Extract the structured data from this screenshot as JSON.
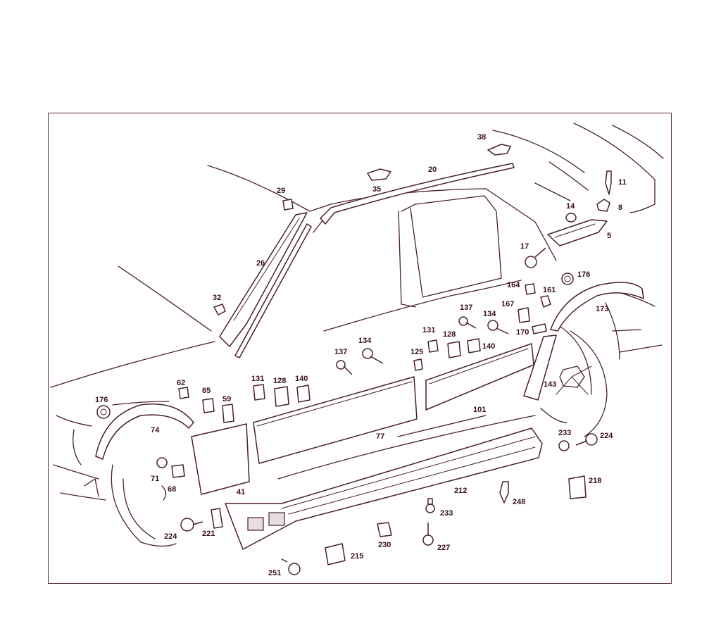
{
  "callouts": {
    "c38": "38",
    "c20": "20",
    "c35": "35",
    "c11": "11",
    "c8": "8",
    "c14": "14",
    "c5": "5",
    "c29": "29",
    "c26": "26",
    "c32": "32",
    "c17": "17",
    "c176a": "176",
    "c164": "164",
    "c161": "161",
    "c173": "173",
    "c137a": "137",
    "c134a": "134",
    "c167": "167",
    "c170": "170",
    "c131a": "131",
    "c128a": "128",
    "c140a": "140",
    "c125": "125",
    "c134b": "134",
    "c137b": "137",
    "c143": "143",
    "c62": "62",
    "c65": "65",
    "c59": "59",
    "c131b": "131",
    "c128b": "128",
    "c140b": "140",
    "c101": "101",
    "c176b": "176",
    "c74": "74",
    "c77": "77",
    "c233a": "233",
    "c224a": "224",
    "c71": "71",
    "c68": "68",
    "c41": "41",
    "c212": "212",
    "c218": "218",
    "c248": "248",
    "c233b": "233",
    "c224b": "224",
    "c221": "221",
    "c230": "230",
    "c227": "227",
    "c215": "215",
    "c251": "251"
  },
  "colors": {
    "line": "#4a1f28",
    "text": "#3a1018",
    "frame": "#5a2a34",
    "background": "#ffffff"
  }
}
